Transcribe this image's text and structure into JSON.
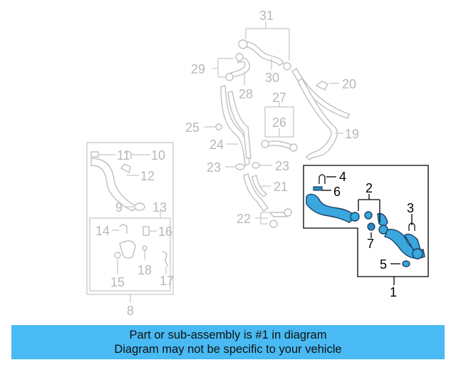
{
  "callouts": {
    "n1": "1",
    "n2": "2",
    "n3": "3",
    "n4": "4",
    "n5": "5",
    "n6": "6",
    "n7": "7",
    "n8": "8",
    "n9": "9",
    "n10": "10",
    "n11": "11",
    "n12": "12",
    "n13": "13",
    "n14": "14",
    "n15": "15",
    "n16": "16",
    "n17": "17",
    "n18": "18",
    "n19": "19",
    "n20": "20",
    "n21": "21",
    "n22": "22",
    "n23a": "23",
    "n23b": "23",
    "n24": "24",
    "n25": "25",
    "n26": "26",
    "n27": "27",
    "n28": "28",
    "n29": "29",
    "n30": "30",
    "n31": "31"
  },
  "banner": {
    "line1": "Part or sub-assembly is #1 in diagram",
    "line2": "Diagram may not be specific to your vehicle"
  },
  "colors": {
    "highlight_part": "#3aa7df",
    "banner_bg": "#49baf3",
    "inactive": "#c0c0c0"
  }
}
